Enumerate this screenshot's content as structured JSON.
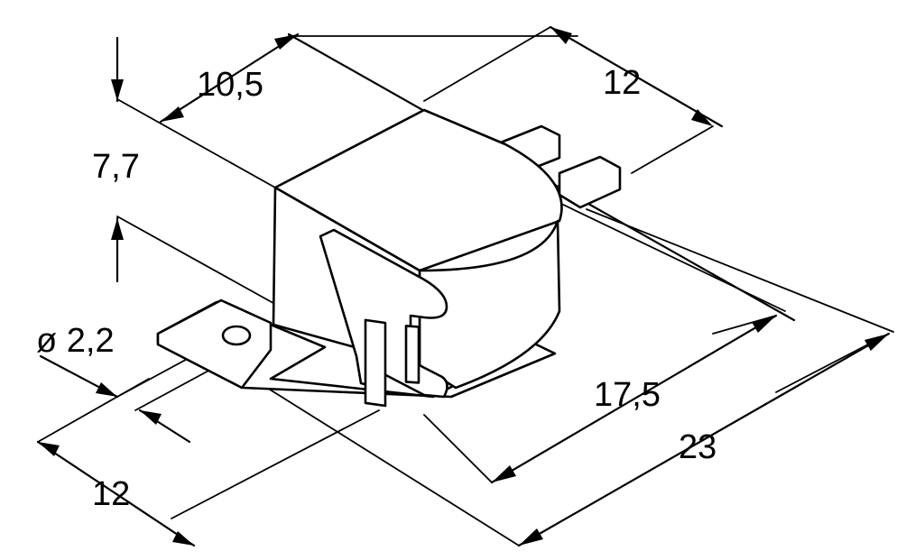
{
  "drawing": {
    "dimensions": {
      "width_top": "10,5",
      "height": "7,7",
      "terminal_offset": "12",
      "hole_diameter": "ø 2,2",
      "flange_width": "12",
      "body_length": "17,5",
      "overall_length": "23"
    },
    "colors": {
      "line": "#000000",
      "background": "#ffffff"
    }
  }
}
